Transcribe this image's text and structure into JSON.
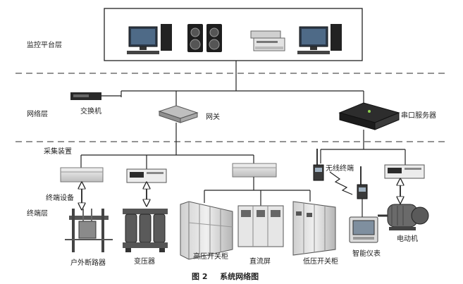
{
  "layers": {
    "monitor": "监控平台层",
    "network": "网络层",
    "acquisition": "采集装置",
    "terminal": "终端层"
  },
  "labels": {
    "switch": "交换机",
    "gateway": "网关",
    "serial_server": "串口服务器",
    "wireless_terminal": "无线终端",
    "terminal_device": "终端设备",
    "outdoor_breaker": "户外断路器",
    "transformer": "变压器",
    "hv_cabinet": "高压开关柜",
    "dc_screen": "直流屏",
    "lv_cabinet": "低压开关柜",
    "smart_meter": "智能仪表",
    "motor": "电动机"
  },
  "caption": {
    "figure": "图 2",
    "title": "系统网络图"
  },
  "colors": {
    "line": "#222222",
    "dash": "#555555",
    "device_dark": "#2b2b2b",
    "device_light": "#d6d6d6"
  }
}
